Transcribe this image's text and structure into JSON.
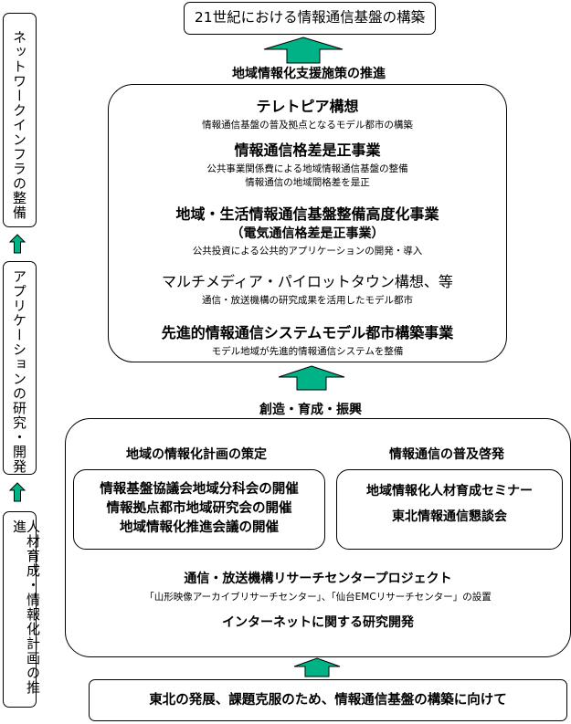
{
  "colors": {
    "arrow_fill": "#00b386",
    "arrow_stroke": "#000000"
  },
  "side": {
    "network": "ネットワークインフラの整備",
    "application": "アプリケーションの研究・開発",
    "human": "人材育成・情報化計画の推進"
  },
  "top_goal": "21世紀における情報通信基盤の構築",
  "section1": {
    "title": "地域情報化支援施策の推進",
    "items": [
      {
        "title": "テレトピア構想",
        "subs": [
          "情報通信基盤の普及拠点となるモデル都市の構築"
        ]
      },
      {
        "title": "情報通信格差是正事業",
        "subs": [
          "公共事業関係費による地域情報通信基盤の整備",
          "情報通信の地域間格差を是正"
        ]
      },
      {
        "title": "地域・生活情報通信基盤整備高度化事業",
        "title2": "（電気通信格差是正事業）",
        "subs": [
          "公共投資による公共的アプリケーションの開発・導入"
        ]
      },
      {
        "title": "マルチメディア・パイロットタウン構想、等",
        "subs": [
          "通信・放送機構の研究成果を活用したモデル都市"
        ]
      },
      {
        "title": "先進的情報通信システムモデル都市構築事業",
        "subs": [
          "モデル地域が先進的情報通信システムを整備"
        ]
      }
    ]
  },
  "section2": {
    "title": "創造・育成・振興",
    "left": {
      "title": "地域の情報化計画の策定",
      "lines": [
        "情報基盤協議会地域分科会の開催",
        "情報拠点都市地域研究会の開催",
        "地域情報化推進会議の開催"
      ]
    },
    "right": {
      "title": "情報通信の普及啓発",
      "lines": [
        "地域情報化人材育成セミナー",
        "東北情報通信懇談会"
      ]
    },
    "project": {
      "title": "通信・放送機構リサーチセンタープロジェクト",
      "sub": "「山形映像アーカイブリサーチセンター」、「仙台EMCリサーチセンター」の設置"
    },
    "internet": "インターネットに関する研究開発"
  },
  "bottom_goal": "東北の発展、課題克服のため、情報通信基盤の構築に向けて"
}
